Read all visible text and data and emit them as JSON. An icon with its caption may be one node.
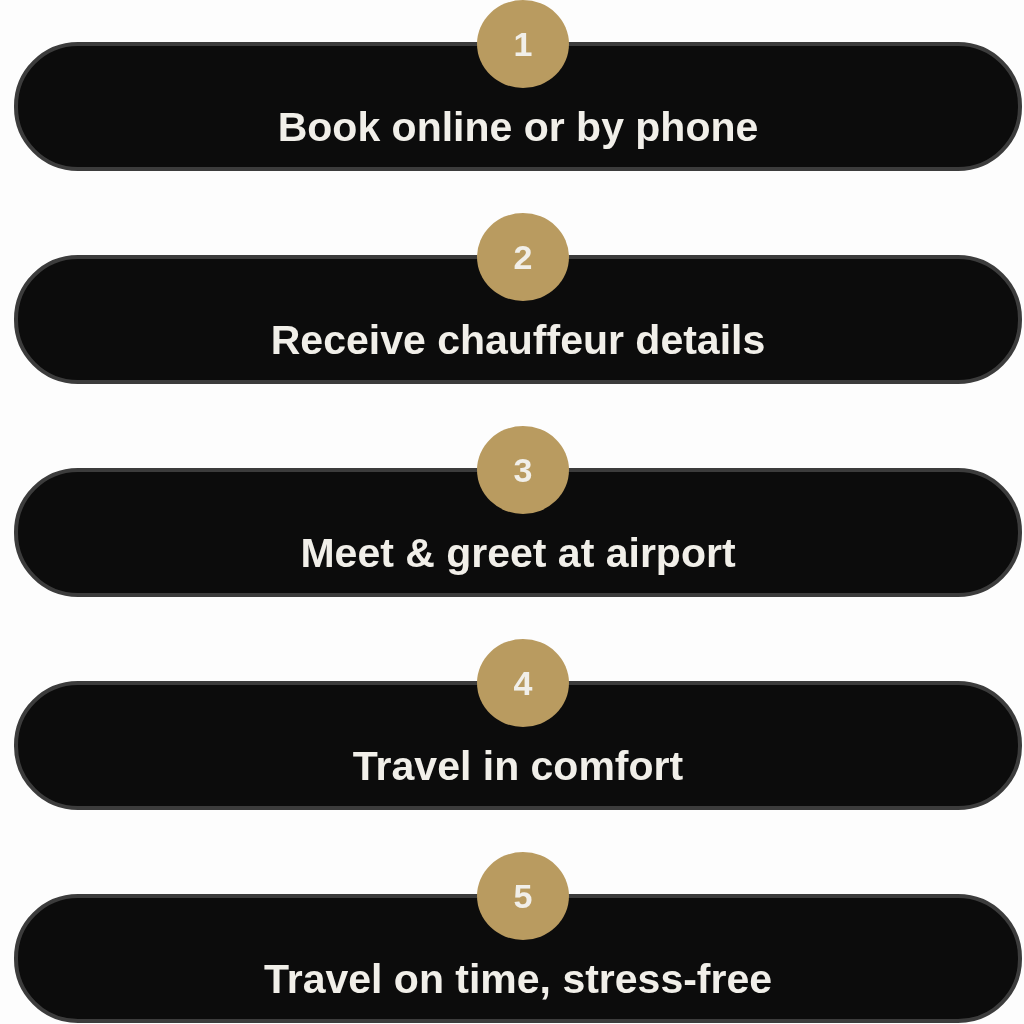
{
  "diagram": {
    "nodes": [
      {
        "text": [
          "1"
        ]
      },
      {
        "text": [
          "Book online or by phone"
        ]
      },
      {
        "text": [
          "2"
        ]
      },
      {
        "text": [
          "Receive chauffeur details"
        ]
      },
      {
        "text": [
          "3"
        ]
      },
      {
        "text": [
          "Meet & greet at airport"
        ]
      },
      {
        "text": [
          "4"
        ]
      },
      {
        "text": [
          "Travel in comfort"
        ]
      },
      {
        "text": [
          "5"
        ]
      },
      {
        "text": [
          "Travel on time, stress-free"
        ]
      }
    ],
    "edges": []
  }
}
